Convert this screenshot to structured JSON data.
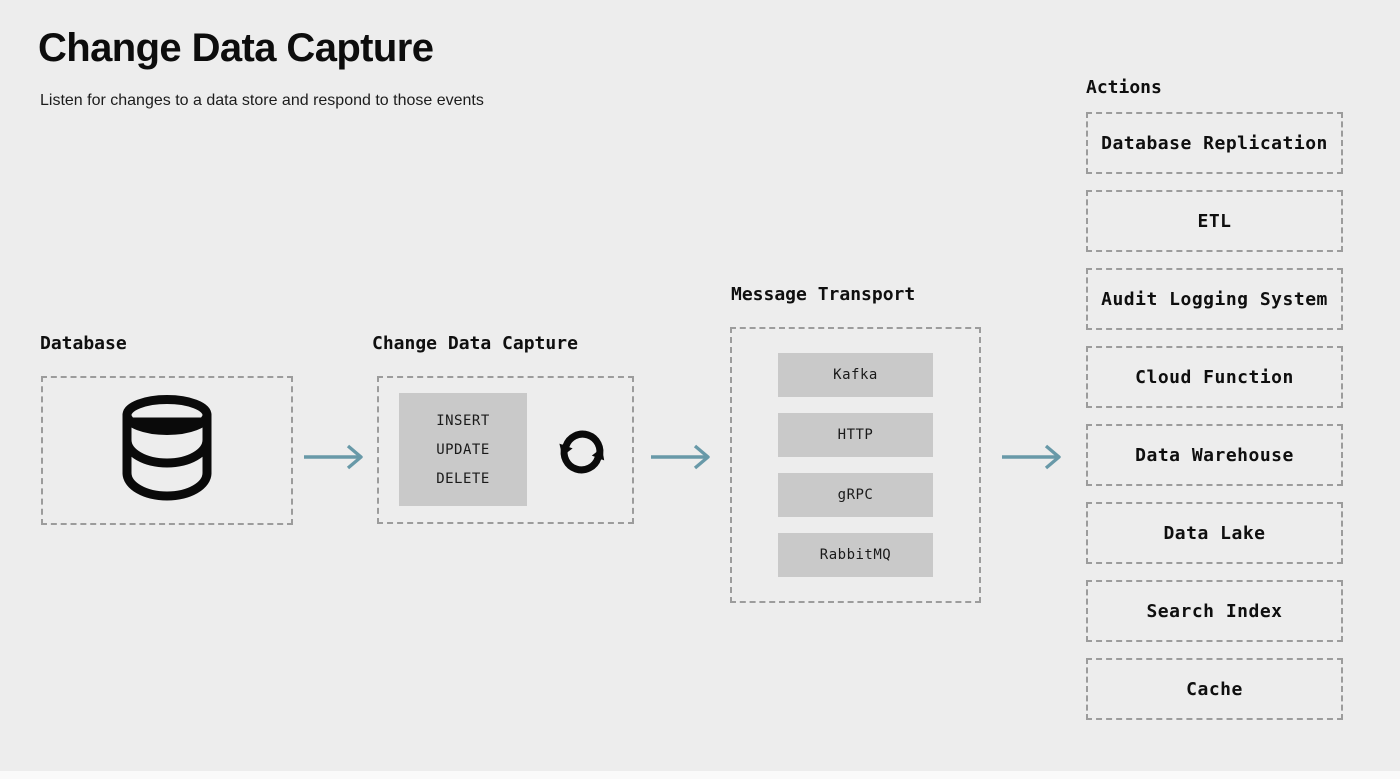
{
  "header": {
    "title": "Change Data Capture",
    "subtitle": "Listen for changes to a data store and respond to those events"
  },
  "colors": {
    "background": "#ededed",
    "panel_fill": "#c9c9c9",
    "dashed_border": "#9c9c9c",
    "arrow": "#6899a8",
    "text": "#111111"
  },
  "database": {
    "label": "Database",
    "icon": "database-cylinder-icon"
  },
  "cdc": {
    "label": "Change Data Capture",
    "operations": [
      "INSERT",
      "UPDATE",
      "DELETE"
    ],
    "icon": "sync-icon"
  },
  "transport": {
    "label": "Message Transport",
    "options": [
      "Kafka",
      "HTTP",
      "gRPC",
      "RabbitMQ"
    ]
  },
  "actions": {
    "label": "Actions",
    "items": [
      "Database Replication",
      "ETL",
      "Audit Logging System",
      "Cloud Function",
      "Data Warehouse",
      "Data Lake",
      "Search Index",
      "Cache"
    ]
  }
}
